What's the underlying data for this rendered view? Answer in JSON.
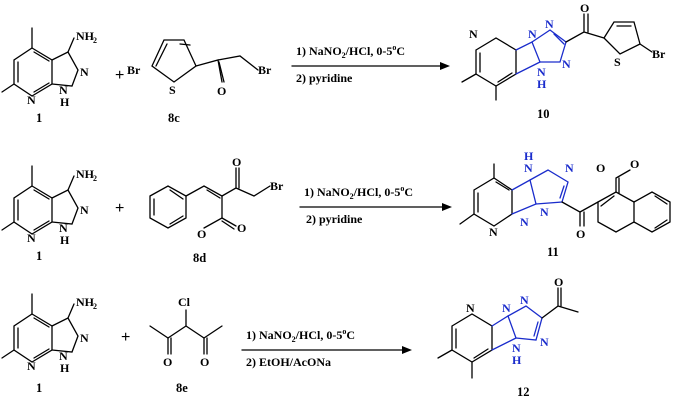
{
  "reactions": [
    {
      "reactant_a": {
        "label": "1",
        "atoms": {
          "nh2": "NH",
          "nh2_sub": "2",
          "n_pyrazole": "N",
          "n_pyridine": "N",
          "nh": "N",
          "h": "H"
        }
      },
      "reactant_b": {
        "label": "8c",
        "atoms": {
          "br_left": "Br",
          "s": "S",
          "o": "O",
          "br_right": "Br"
        }
      },
      "conditions": {
        "step1_pre": "1) NaNO",
        "step1_sub": "2",
        "step1_post": "/HCl, 0-5",
        "step1_sup": "o",
        "step1_end": "C",
        "step2": "2) pyridine"
      },
      "product": {
        "label": "10",
        "atoms": {
          "n_pyr": "N",
          "n_top": "N",
          "n_tri_a": "N",
          "n_tri_b": "N",
          "nh": "N",
          "h": "H",
          "o": "O",
          "s": "S",
          "br": "Br"
        }
      }
    },
    {
      "reactant_a": {
        "label": "1",
        "atoms": {
          "nh2": "NH",
          "nh2_sub": "2",
          "n_pyrazole": "N",
          "n_pyridine": "N",
          "nh": "N",
          "h": "H"
        }
      },
      "reactant_b": {
        "label": "8d",
        "atoms": {
          "o_carbonyl": "O",
          "br": "Br",
          "o_ring": "O",
          "o_lactone": "O"
        }
      },
      "conditions": {
        "step1_pre": "1) NaNO",
        "step1_sub": "2",
        "step1_post": "/HCl, 0-5",
        "step1_sup": "o",
        "step1_end": "C",
        "step2": "2) pyridine"
      },
      "product": {
        "label": "11",
        "atoms": {
          "h": "H",
          "nh": "N",
          "n_tri": "N",
          "n_pyr": "N",
          "n_bottom": "N",
          "n_tri_b": "N",
          "o_lactone": "O",
          "o_ring": "O",
          "o_ketone": "O"
        }
      }
    },
    {
      "reactant_a": {
        "label": "1",
        "atoms": {
          "nh2": "NH",
          "nh2_sub": "2",
          "n_pyrazole": "N",
          "n_pyridine": "N",
          "nh": "N",
          "h": "H"
        }
      },
      "reactant_b": {
        "label": "8e",
        "atoms": {
          "cl": "Cl",
          "o_left": "O",
          "o_right": "O"
        }
      },
      "conditions": {
        "step1_pre": "1) NaNO",
        "step1_sub": "2",
        "step1_post": "/HCl, 0-5",
        "step1_sup": "o",
        "step1_end": "C",
        "step2": "2) EtOH/AcONa"
      },
      "product": {
        "label": "12",
        "atoms": {
          "o": "O",
          "n_pyr": "N",
          "n_top": "N",
          "n_tri_a": "N",
          "n_tri_b": "N",
          "nh": "N",
          "h": "H"
        }
      }
    }
  ],
  "plus_sign": "+"
}
